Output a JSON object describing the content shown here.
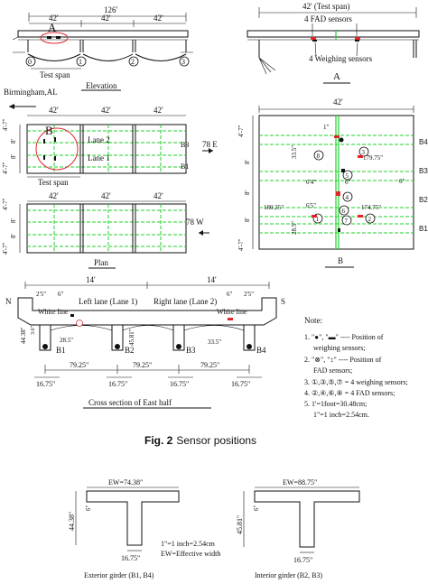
{
  "elevation": {
    "total_span": "126'",
    "spans": [
      "42'",
      "42'",
      "42'"
    ],
    "marker_a": "A",
    "supports": [
      "0",
      "1",
      "2",
      "3"
    ],
    "test_span": "Test span",
    "title": "Elevation",
    "birmingham": "Birmingham,AL"
  },
  "detail_a": {
    "span": "42' (Test span)",
    "fad_label": "4 FAD sensors",
    "weigh_label": "4 Weighing sensors",
    "title": "A"
  },
  "plan": {
    "spans": [
      "42'",
      "42'",
      "42'"
    ],
    "marker_b": "B",
    "lane2": "Lane 2",
    "lane1": "Lane 1",
    "beams": [
      "B3",
      "B1"
    ],
    "dir_e": "78 E",
    "dir_w": "78 W",
    "test_span": "Test span",
    "dims": [
      "4'-7\"",
      "8'",
      "8'",
      "4'-7\""
    ],
    "title": "Plan"
  },
  "detail_b": {
    "span": "42'",
    "beams": [
      "B4",
      "B3",
      "B2",
      "B1"
    ],
    "dims_left": [
      "4'-7\"",
      "8'",
      "8'",
      "8'",
      "4'-7\""
    ],
    "d1": "1\"",
    "d2": "33.5\"",
    "d3": "179.75\"",
    "d4": "6'4\"",
    "d5": "6'5\"",
    "d6": "6\"",
    "d7": "180.25\"",
    "d8": "174.75\"",
    "d9": "28.5\"",
    "d10": "6\"",
    "nums": [
      "8",
      "3",
      "5",
      "4",
      "1",
      "6",
      "7",
      "2"
    ],
    "title": "B"
  },
  "section": {
    "top": [
      "14'",
      "14'"
    ],
    "n": "N",
    "s": "S",
    "d1": "2'5\"",
    "d2": "6\"",
    "left_lane": "Left  lane (Lane 1)",
    "right_lane": "Right lane (Lane 2)",
    "d3": "6\"",
    "d4": "2'5\"",
    "white_line": "White line",
    "d5": "28.5\"",
    "d6": "33.5\"",
    "d7": "44.38\"",
    "d8": "45.81\"",
    "d9": "3.6\"",
    "beams": [
      "B1",
      "B2",
      "B3",
      "B4"
    ],
    "spacing": [
      "79.25\"",
      "79.25\"",
      "79.25\""
    ],
    "web": [
      "16.75\"",
      "16.75\"",
      "16.75\"",
      "16.75\""
    ],
    "title": "Cross section of East half"
  },
  "note": {
    "title": "Note:",
    "l1": "1. \"●\", \"▬\" ---- Position of",
    "l1b": "weighing sensors;",
    "l2": "2. \"⊗\", \"↕\" ---- Position of",
    "l2b": "FAD sensors;",
    "l3": "3. ①,③,⑤,⑦ = 4 weighing sensors;",
    "l4": "4. ②,④,⑥,⑧ = 4 FAD sensors;",
    "l5": "5. 1'=1foot=30.48cm;",
    "l6": "1\"=1 inch=2.54cm."
  },
  "caption": {
    "bold": "Fig. 2",
    "text": "Sensor positions"
  },
  "girders": {
    "ext_ew": "EW=74.38\"",
    "ext_h": "44.38\"",
    "ext_t": "6\"",
    "ext_web": "16.75\"",
    "int_ew": "EW=88.75\"",
    "int_h": "45.81\"",
    "int_t": "6\"",
    "int_web": "16.75\"",
    "note1": "1\"=1 inch=2.54cm",
    "note2": "EW=Effective width",
    "ext_title": "Exterior girder (B1, B4)",
    "int_title": "Interior girder (B2, B3)"
  }
}
